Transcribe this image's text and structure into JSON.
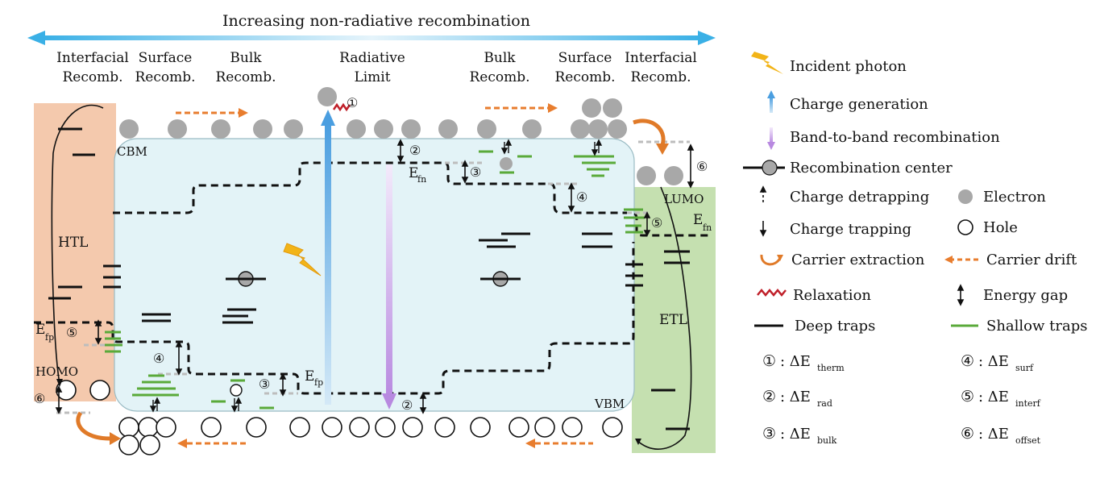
{
  "title": "Increasing non-radiative recombination",
  "columns": [
    {
      "l1": "Interfacial",
      "l2": "Recomb."
    },
    {
      "l1": "Surface",
      "l2": "Recomb."
    },
    {
      "l1": "Bulk",
      "l2": "Recomb."
    },
    {
      "l1": "Radiative",
      "l2": "Limit"
    },
    {
      "l1": "Bulk",
      "l2": "Recomb."
    },
    {
      "l1": "Surface",
      "l2": "Recomb."
    },
    {
      "l1": "Interfacial",
      "l2": "Recomb."
    }
  ],
  "labels": {
    "cbm": "CBM",
    "vbm": "VBM",
    "htl": "HTL",
    "etl": "ETL",
    "homo": "HOMO",
    "lumo": "LUMO",
    "efn": "E",
    "efn_sub": "fn",
    "efp": "E",
    "efp_sub": "fp"
  },
  "markers": [
    "①",
    "②",
    "③",
    "④",
    "⑤",
    "⑥"
  ],
  "legend": {
    "incident_photon": "Incident photon",
    "charge_generation": "Charge generation",
    "band_to_band": "Band-to-band recombination",
    "recomb_center": "Recombination center",
    "detrapping": "Charge detrapping",
    "trapping": "Charge trapping",
    "extraction": "Carrier extraction",
    "relaxation": "Relaxation",
    "deep_traps": "Deep traps",
    "electron": "Electron",
    "hole": "Hole",
    "drift": "Carrier drift",
    "energy_gap": "Energy gap",
    "shallow_traps": "Shallow traps",
    "delta_items": [
      {
        "mark": "①",
        "pre": ": ΔE",
        "sub": "therm"
      },
      {
        "mark": "②",
        "pre": ": ΔE",
        "sub": "rad"
      },
      {
        "mark": "③",
        "pre": ": ΔE",
        "sub": "bulk"
      },
      {
        "mark": "④",
        "pre": ": ΔE",
        "sub": "surf"
      },
      {
        "mark": "⑤",
        "pre": ": ΔE",
        "sub": "interf"
      },
      {
        "mark": "⑥",
        "pre": ": ΔE",
        "sub": "offset"
      }
    ]
  },
  "colors": {
    "htl": "#f4c9ad",
    "etl": "#c5e0b0",
    "absorber": "#e3f3f7",
    "arrow_blue": "#3eaee0",
    "drift_orange": "#e87d2e",
    "shallow_green": "#5aaa3a",
    "relax_red": "#c0202a",
    "electron_gray": "#a5a5a5"
  }
}
